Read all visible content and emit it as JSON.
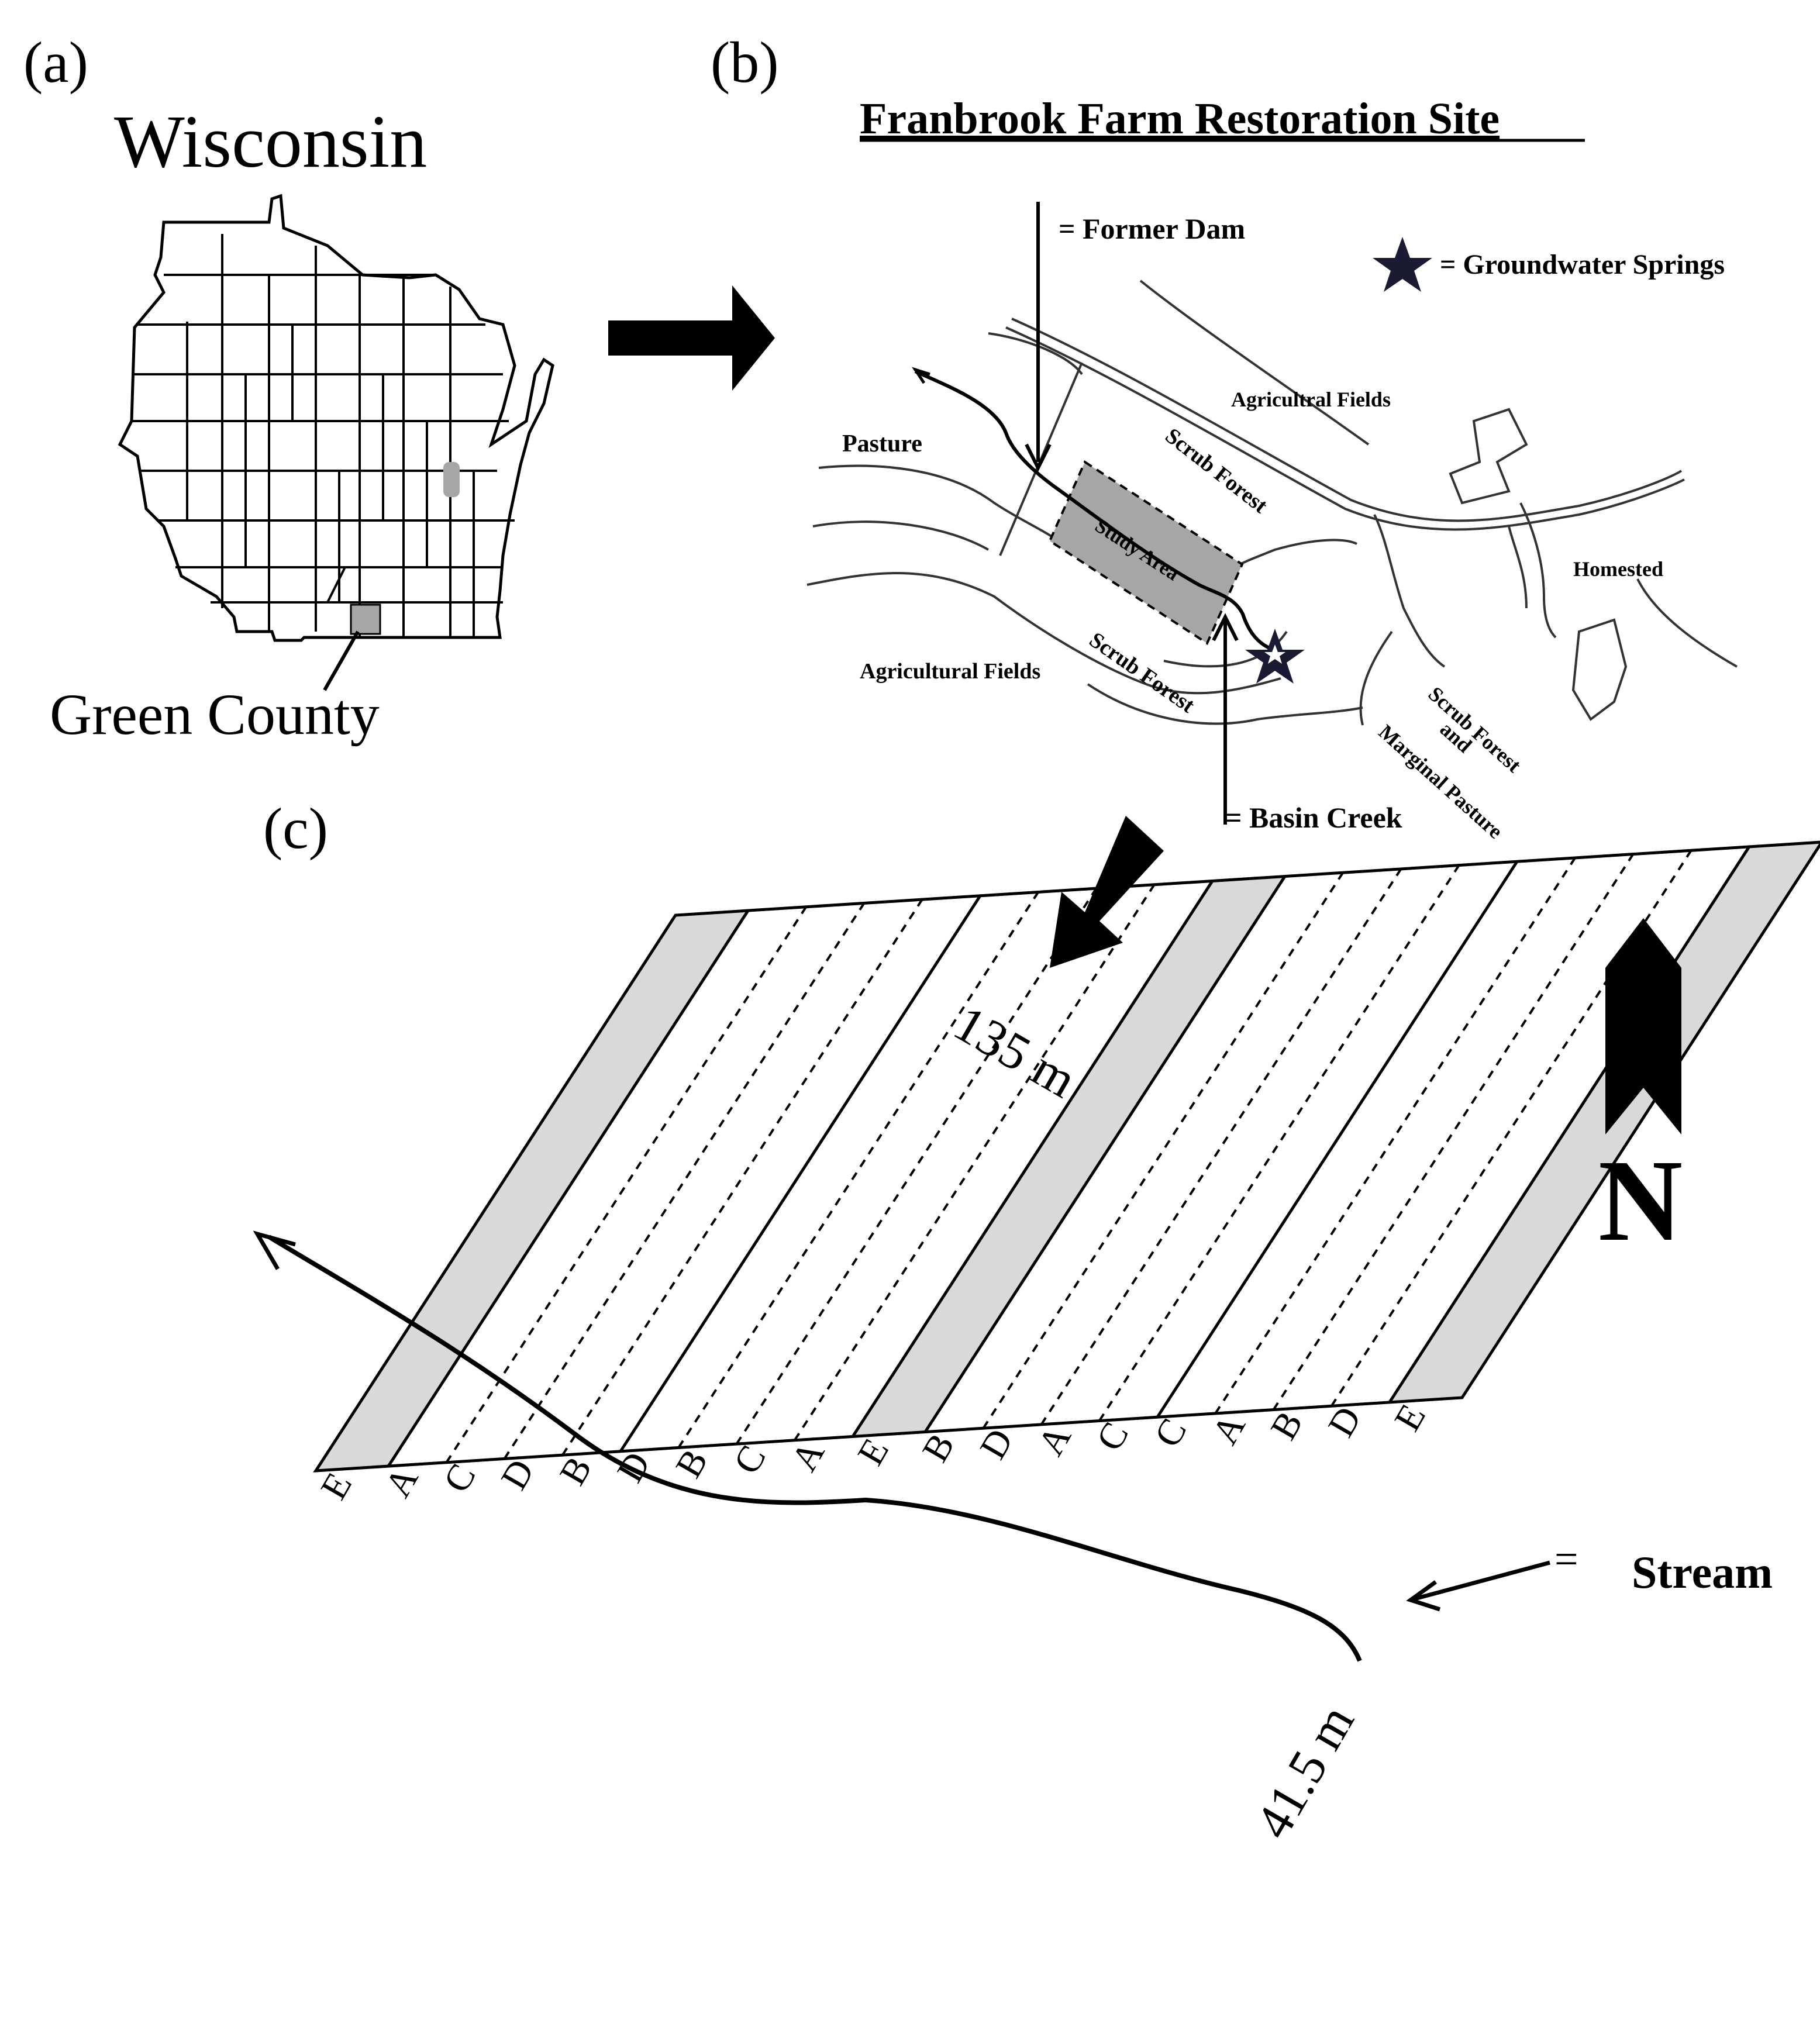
{
  "panel_a": {
    "label": "(a)",
    "title": "Wisconsin",
    "county_label": "Green County"
  },
  "panel_b": {
    "label": "(b)",
    "title": "Franbrook Farm Restoration Site",
    "legend_dam": "= Former Dam",
    "legend_springs": "= Groundwater Springs",
    "legend_creek": "= Basin Creek",
    "areas": {
      "agricultural_fields_ne": "Agricultral Fields",
      "pasture": "Pasture",
      "scrub_forest_n": "Scrub Forest",
      "study_area": "Study Area",
      "homested": "Homested",
      "agricultural_fields_sw": "Agricultural Fields",
      "scrub_forest_s": "Scrub Forest",
      "scrub_forest_se": "Scrub Forest and Marginal Pasture"
    },
    "scrub_se_lines": [
      "Scrub Forest",
      "and",
      "Marginal Pasture"
    ]
  },
  "panel_c": {
    "label": "(c)",
    "length_label": "135 m",
    "width_label": "41.5 m",
    "stream_legend_eq": "=",
    "stream_legend": "Stream",
    "north_label": "N",
    "strip_labels": [
      "E",
      "A",
      "C",
      "D",
      "B",
      "D",
      "B",
      "C",
      "A",
      "E",
      "B",
      "D",
      "A",
      "C",
      "C",
      "A",
      "B",
      "D",
      "E"
    ],
    "strip_types": [
      "buffer",
      "solid",
      "dash",
      "dash",
      "dash",
      "solid",
      "dash",
      "dash",
      "dash",
      "buffer",
      "solid",
      "dash",
      "dash",
      "dash",
      "solid",
      "dash",
      "dash",
      "dash",
      "buffer"
    ]
  },
  "colors": {
    "ink": "#000000",
    "shade": "#d9d9d9",
    "county_fill": "#a6a6a6",
    "legend_ink": "#1a1a33"
  }
}
